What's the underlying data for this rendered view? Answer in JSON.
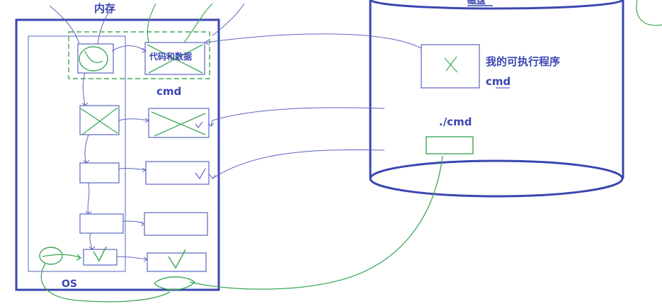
{
  "colors": {
    "ink": "#3a46b0",
    "thin": "#5a64c0",
    "green": "#3fa85a",
    "background": "#ffffff"
  },
  "labels": {
    "memory": "内存",
    "disk": "磁盘",
    "code_data": "代码和数据",
    "cmd_mem": "cmd",
    "exe_line1": "我的可执行程序",
    "exe_line2": "cmd",
    "run_cmd": "./cmd",
    "os": "OS"
  }
}
